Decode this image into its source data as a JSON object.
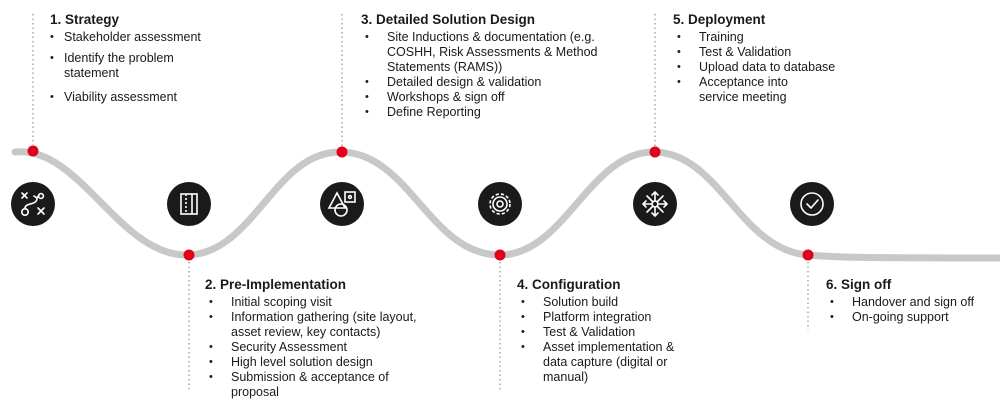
{
  "colors": {
    "wave": "#c8c8c8",
    "dot": "#e2001a",
    "dotted": "#9a9a9a",
    "icon_bg": "#1a1a1a",
    "icon_fg": "#ffffff",
    "text": "#1a1a1a"
  },
  "stages": [
    {
      "title": "1. Strategy",
      "icon": "route-plan-icon",
      "items": [
        "Stakeholder assessment",
        "Identify the problem statement",
        "Viability assessment"
      ]
    },
    {
      "title": "2. Pre-Implementation",
      "icon": "blueprint-frame-icon",
      "items": [
        "Initial scoping visit",
        "Information gathering (site layout, asset review, key contacts)",
        "Security Assessment",
        "High level solution design",
        "Submission & acceptance of proposal"
      ]
    },
    {
      "title": "3. Detailed Solution Design",
      "icon": "shapes-design-icon",
      "items": [
        "Site Inductions & documentation (e.g. COSHH, Risk Assessments & Method Statements (RAMS))",
        "Detailed design & validation",
        "Workshops & sign off",
        "Define Reporting"
      ]
    },
    {
      "title": "4. Configuration",
      "icon": "gear-icon",
      "items": [
        "Solution build",
        "Platform integration",
        "Test & Validation",
        "Asset implementation & data capture (digital or manual)"
      ]
    },
    {
      "title": "5. Deployment",
      "icon": "network-hub-icon",
      "items": [
        "Training",
        "Test & Validation",
        "Upload data to database",
        "Acceptance into service meeting"
      ]
    },
    {
      "title": "6. Sign off",
      "icon": "check-circle-icon",
      "items": [
        "Handover and sign off",
        "On-going support"
      ]
    }
  ]
}
